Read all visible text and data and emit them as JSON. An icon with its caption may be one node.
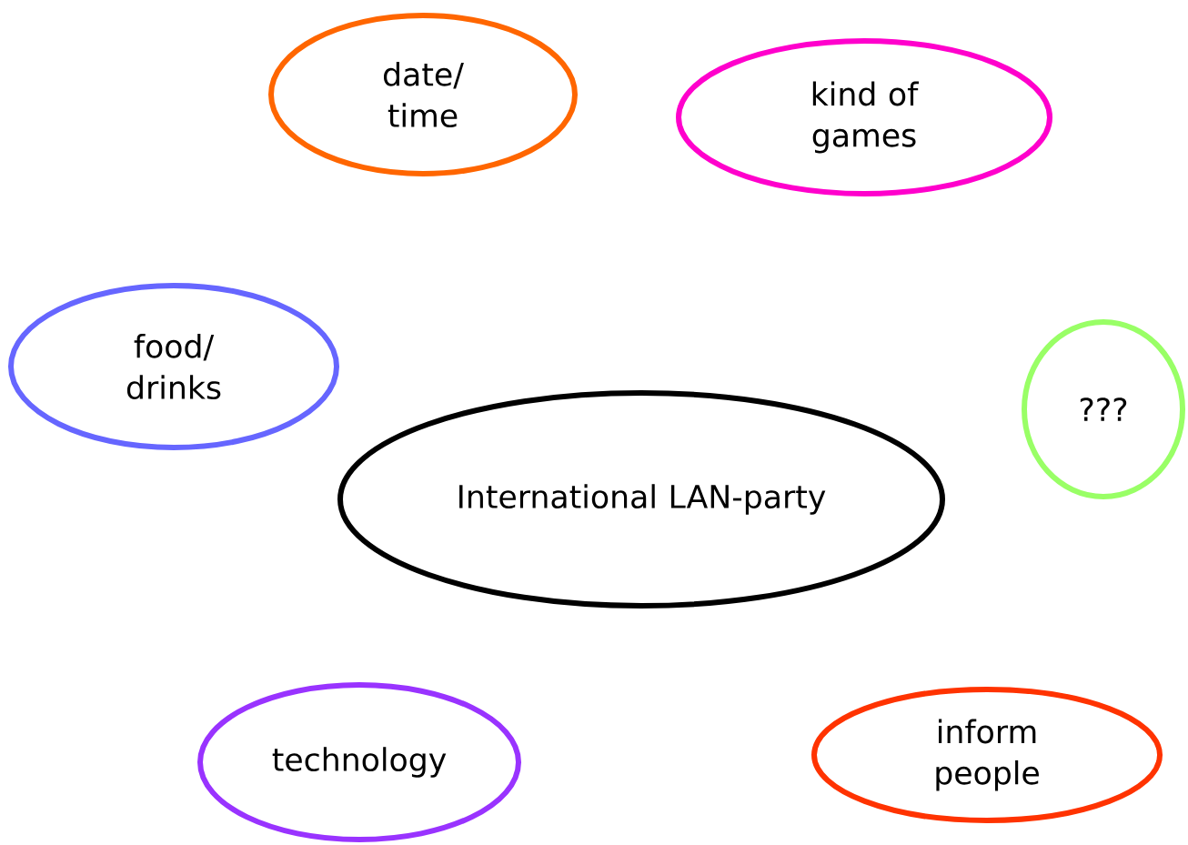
{
  "diagram": {
    "nodes": [
      {
        "text": [
          "date/ time"
        ]
      },
      {
        "text": [
          "kind of games"
        ]
      },
      {
        "text": [
          "food/ drinks"
        ]
      },
      {
        "text": [
          "???"
        ]
      },
      {
        "text": [
          "International LAN-party"
        ]
      },
      {
        "text": [
          "technology"
        ]
      },
      {
        "text": [
          "inform people"
        ]
      }
    ]
  }
}
